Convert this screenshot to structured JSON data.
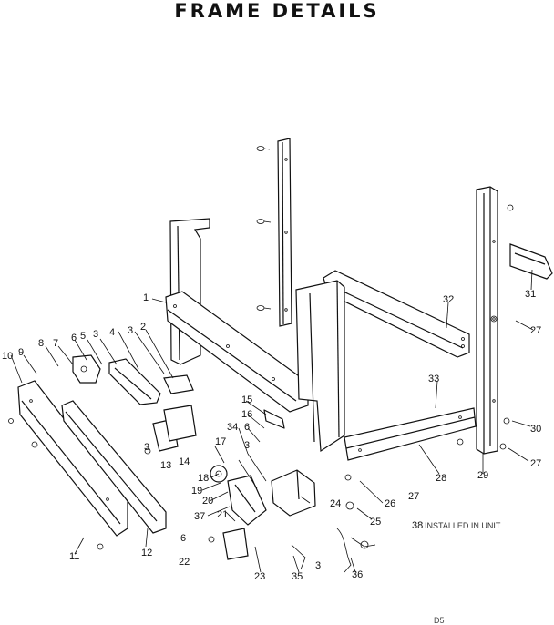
{
  "title": "FRAME DETAILS",
  "footer_code": "D5",
  "note_38": "INSTALLED IN UNIT",
  "callouts": [
    "1",
    "2",
    "3",
    "3",
    "3",
    "3",
    "3",
    "4",
    "5",
    "6",
    "6",
    "6",
    "7",
    "8",
    "9",
    "10",
    "11",
    "12",
    "13",
    "14",
    "15",
    "16",
    "17",
    "18",
    "19",
    "20",
    "21",
    "22",
    "23",
    "24",
    "25",
    "26",
    "27",
    "27",
    "27",
    "28",
    "29",
    "30",
    "31",
    "32",
    "33",
    "34",
    "35",
    "36",
    "37",
    "38"
  ]
}
